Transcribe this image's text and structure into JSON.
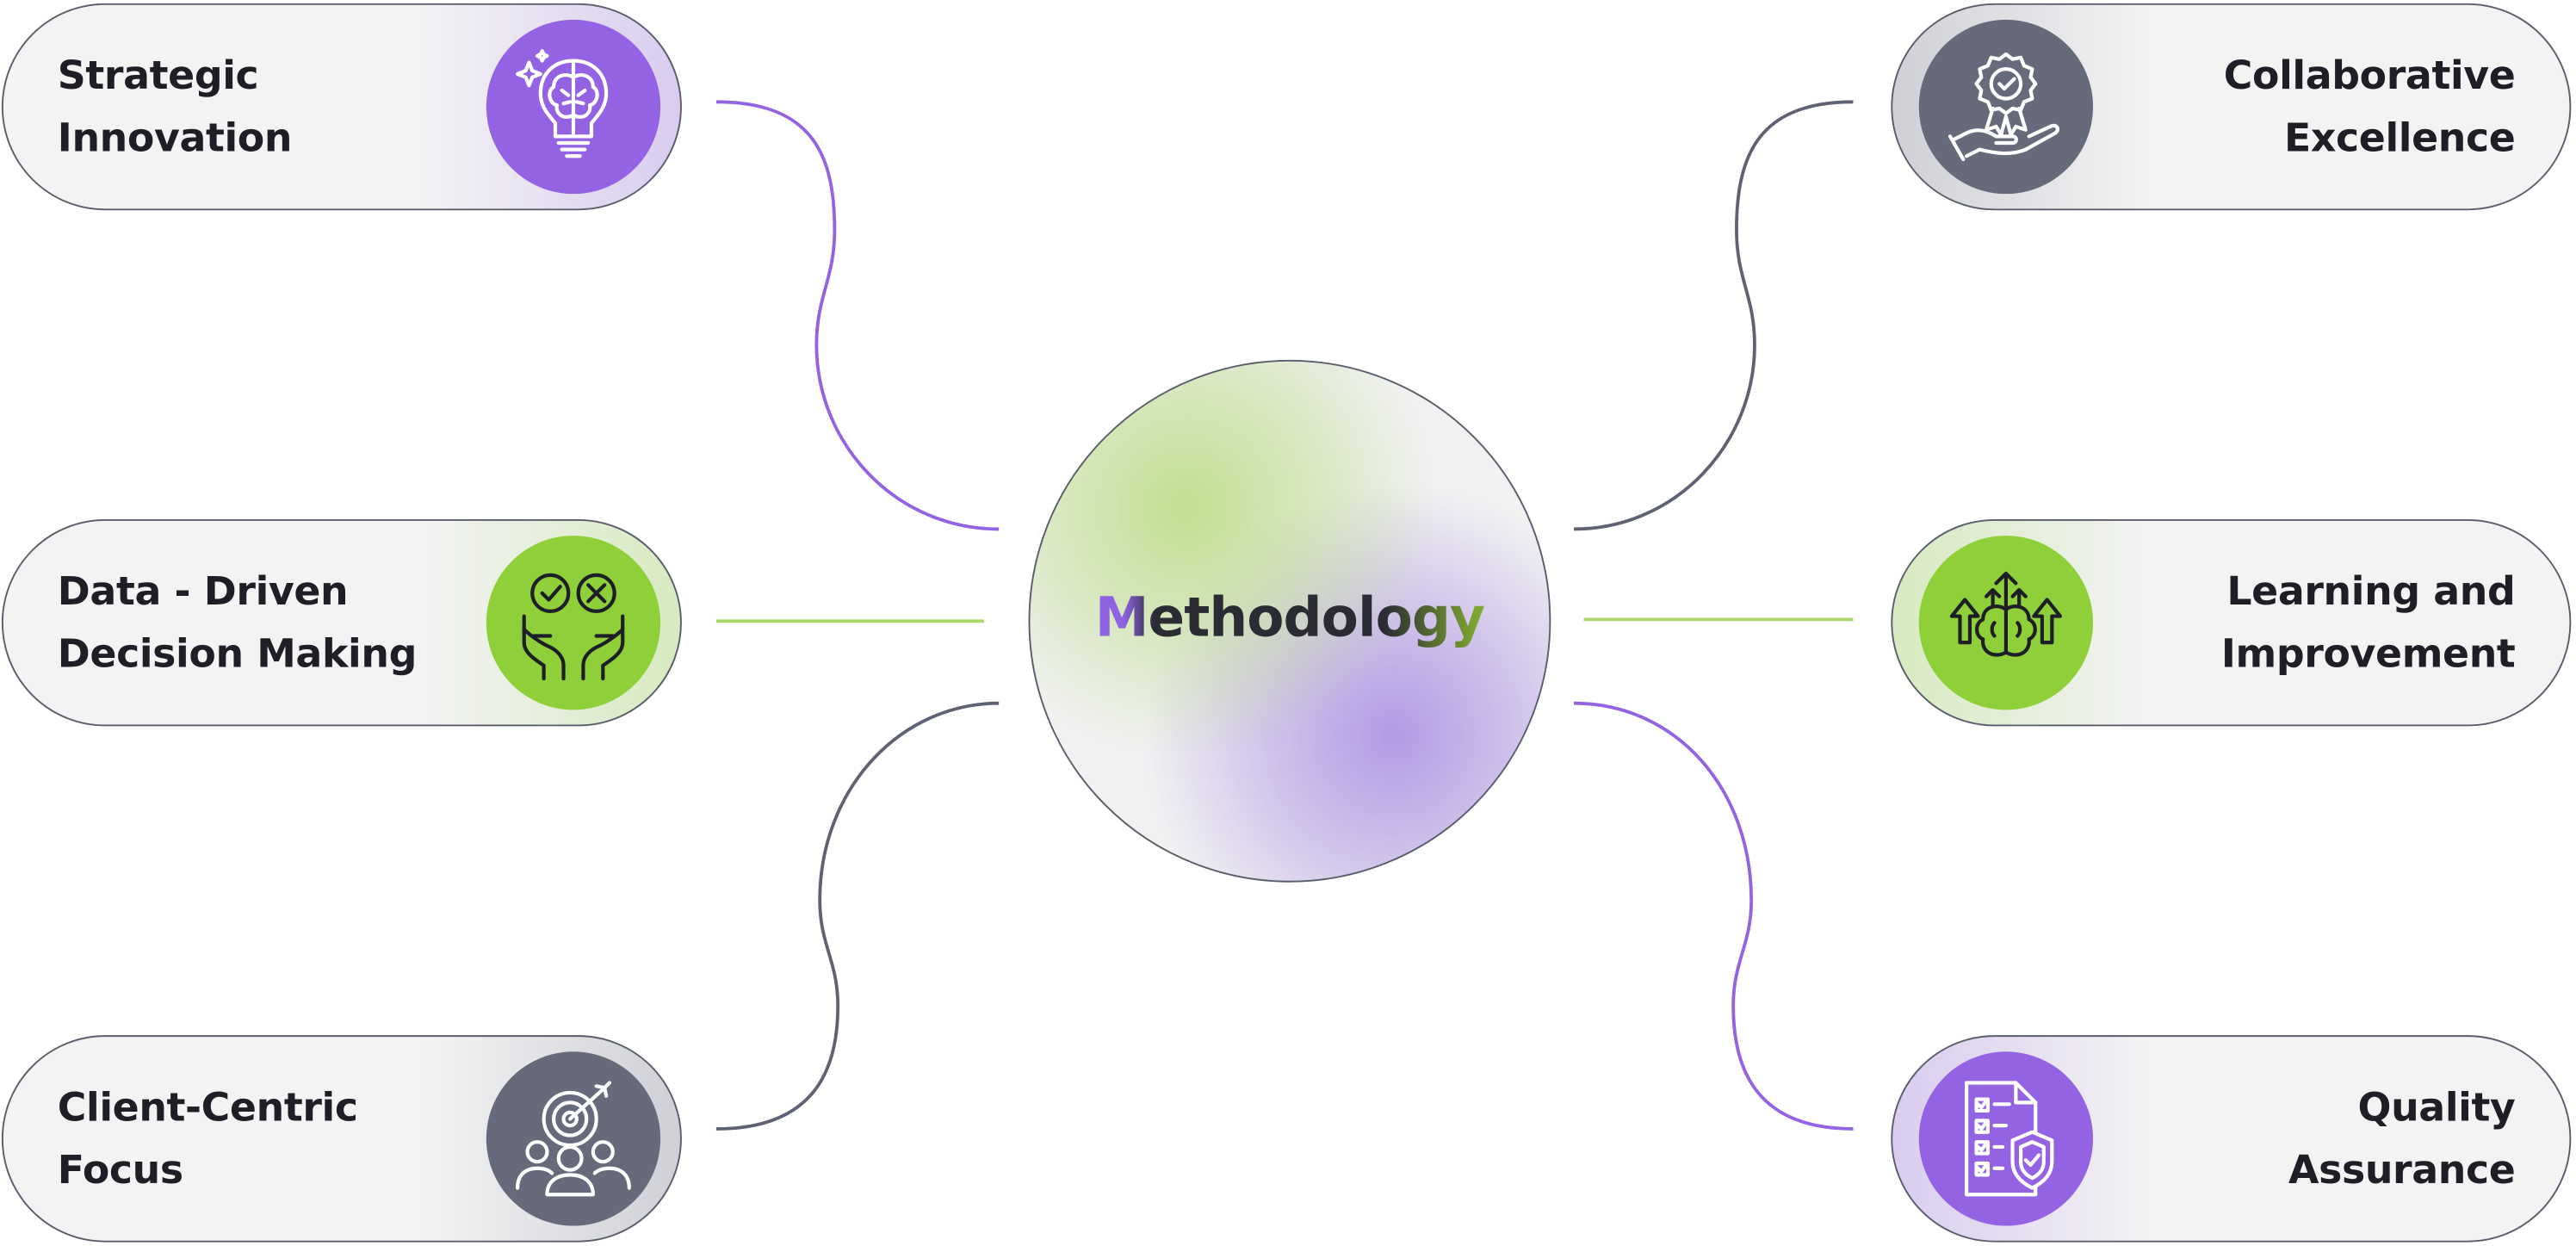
{
  "diagram": {
    "center": {
      "title": "Methodology"
    },
    "nodes": [
      {
        "id": "strategic-innovation",
        "side": "left",
        "lines": [
          "Strategic",
          "Innovation"
        ],
        "accent": "#9463e3",
        "icon": "brain-lightbulb-icon"
      },
      {
        "id": "data-driven",
        "side": "left",
        "lines": [
          "Data - Driven",
          "Decision Making"
        ],
        "accent": "#8fcf3a",
        "icon": "hands-decision-icon"
      },
      {
        "id": "client-centric",
        "side": "left",
        "lines": [
          "Client-Centric",
          "Focus"
        ],
        "accent": "#676a7a",
        "icon": "target-team-icon"
      },
      {
        "id": "collaborative-excellence",
        "side": "right",
        "lines": [
          "Collaborative",
          "Excellence"
        ],
        "accent": "#676a7a",
        "icon": "award-hand-icon"
      },
      {
        "id": "learning-improvement",
        "side": "right",
        "lines": [
          "Learning and",
          "Improvement"
        ],
        "accent": "#8fcf3a",
        "icon": "brain-growth-icon"
      },
      {
        "id": "quality-assurance",
        "side": "right",
        "lines": [
          "Quality",
          "Assurance"
        ],
        "accent": "#9463e3",
        "icon": "checklist-shield-icon"
      }
    ],
    "connector_colors": {
      "purple": "#9463e3",
      "green": "#a8d86a",
      "gray": "#5f6272"
    }
  }
}
